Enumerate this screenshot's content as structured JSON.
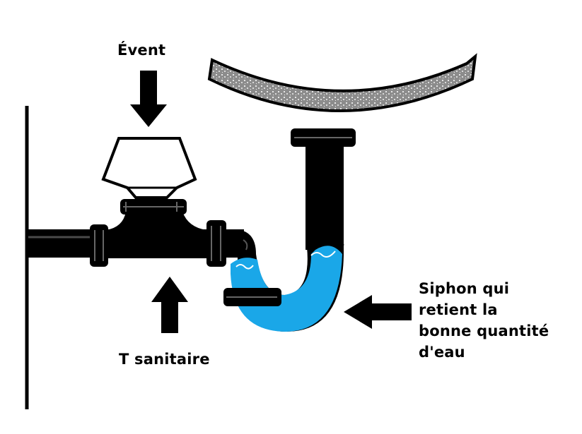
{
  "labels": {
    "vent": "Évent",
    "tee": "T sanitaire",
    "trap_lines": [
      "Siphon qui",
      "retient la",
      "bonne quantité",
      "d'eau"
    ]
  },
  "colors": {
    "line": "#000000",
    "water": "#1aa7e8",
    "sink": "#8f8f8f",
    "background": "#ffffff"
  },
  "icons": [
    "down-arrow-icon",
    "up-arrow-icon",
    "left-arrow-icon"
  ]
}
